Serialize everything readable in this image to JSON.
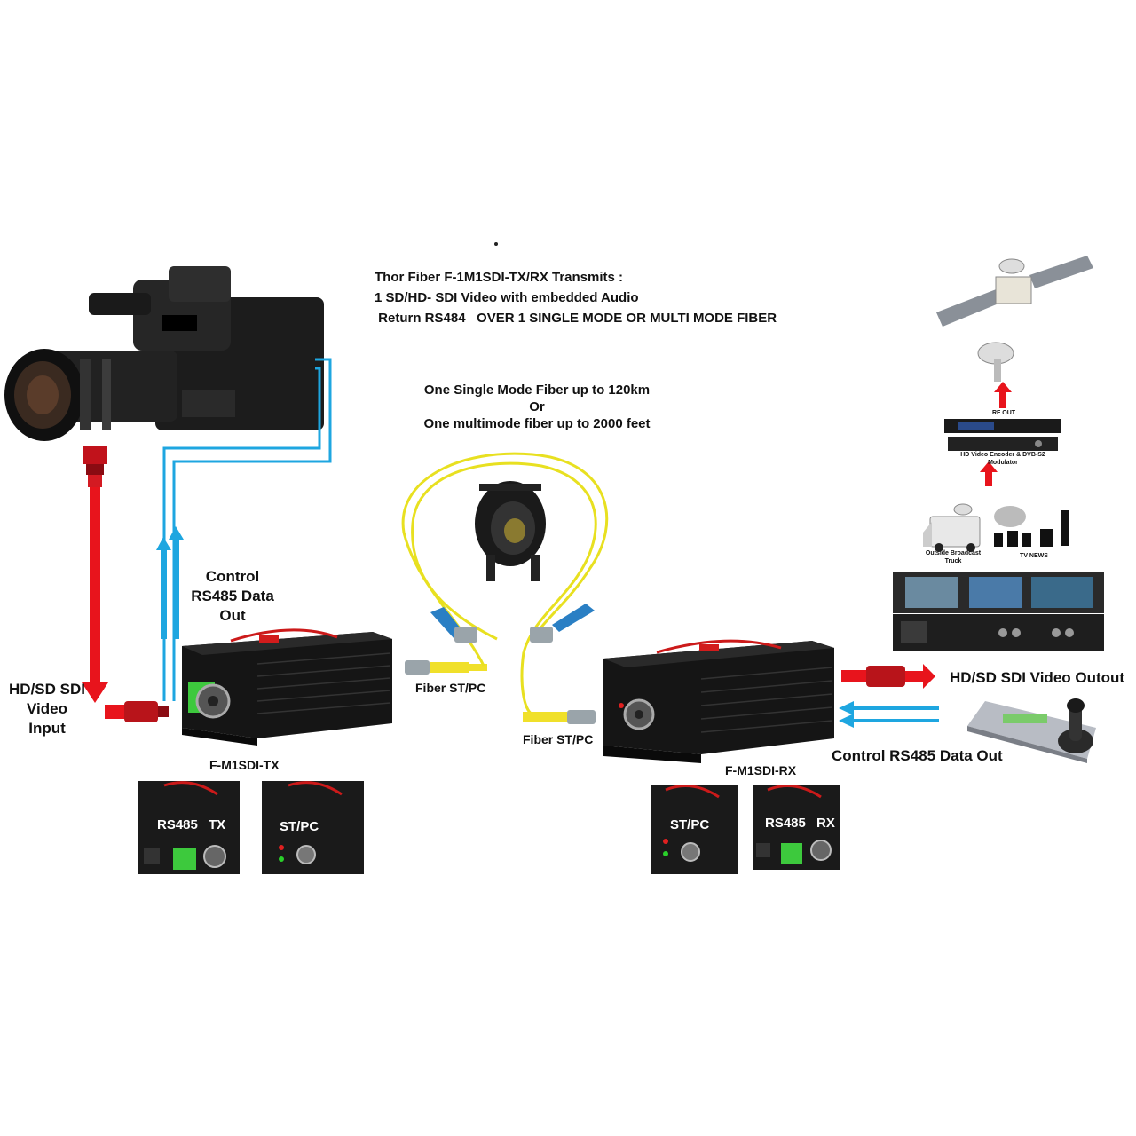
{
  "header": {
    "title_line1": "Thor Fiber F-1M1SDI-TX/RX Transmits :",
    "title_line2": "1 SD/HD- SDI Video with embedded  Audio",
    "title_line3": " Return RS484   OVER 1 SINGLE MODE OR MULTI MODE FIBER"
  },
  "fiber_note": {
    "line1": "One Single Mode Fiber up to 120km",
    "line2": "Or",
    "line3": "One multimode fiber up to 2000 feet"
  },
  "labels": {
    "control_tx_line1": "Control",
    "control_tx_line2": "RS485 Data",
    "control_tx_line3": "Out",
    "input_line1": "HD/SD SDI",
    "input_line2": "Video",
    "input_line3": "Input",
    "fiber_left": "Fiber ST/PC",
    "fiber_right": "Fiber ST/PC",
    "tx_model": "F-M1SDI-TX",
    "rx_model": "F-M1SDI-RX",
    "video_out": "HD/SD SDI Video Outout",
    "control_rx": "Control RS485 Data Out"
  },
  "panels": {
    "tx_rs485": "RS485",
    "tx_tx": "TX",
    "tx_stpc": "ST/PC",
    "rx_stpc": "ST/PC",
    "rx_rs485": "RS485",
    "rx_rx": "RX"
  },
  "broadcast": {
    "rf_out": "RF OUT",
    "encoder": "HD Video Encoder & DVB-S2",
    "modulator": "Modulator",
    "ob_truck_line1": "Outside Broadcast",
    "ob_truck_line2": "Truck",
    "tv_news": "TV NEWS"
  },
  "colors": {
    "video_arrow": "#e8141c",
    "data_line": "#1ea6e0",
    "fiber": "#e8e020",
    "device_body": "#151515"
  }
}
